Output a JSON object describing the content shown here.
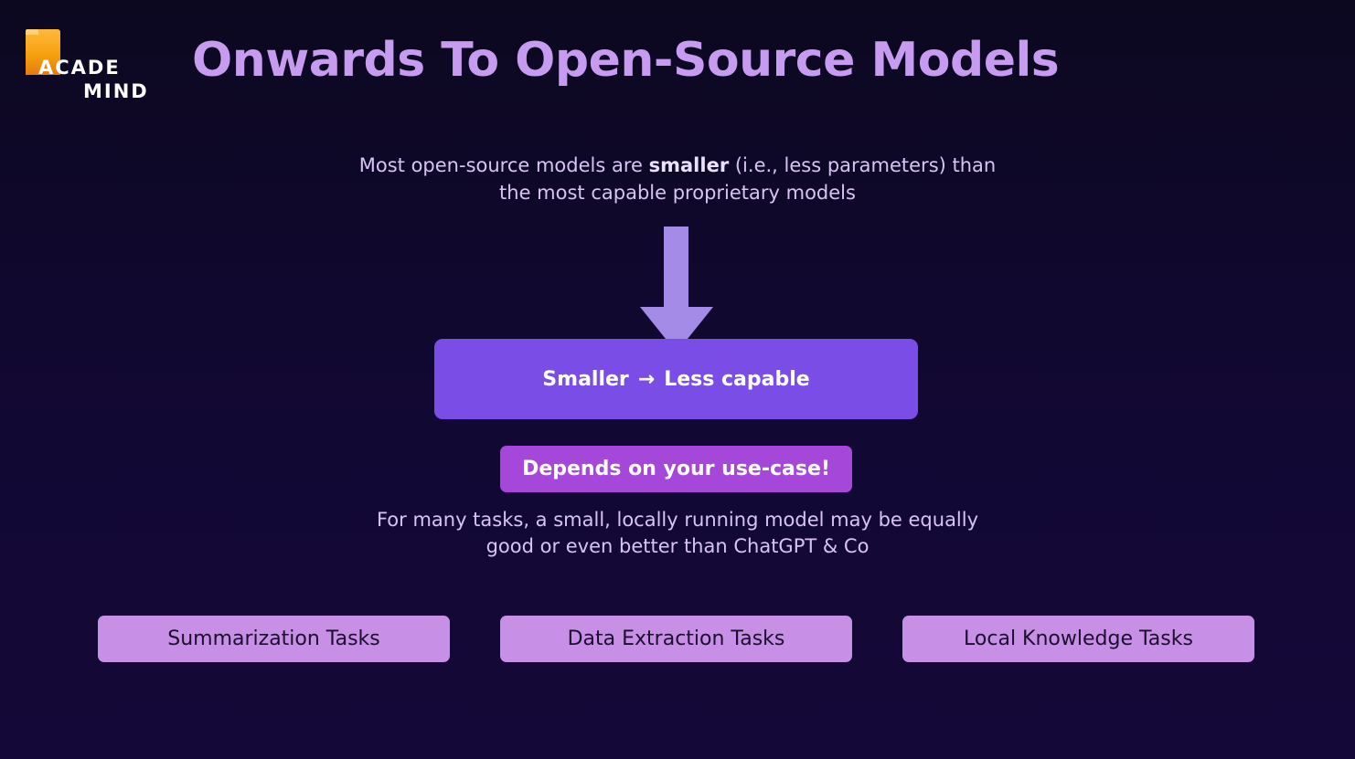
{
  "logo": {
    "line1": "ACADE",
    "line2": "MIND"
  },
  "title": "Onwards To Open-Source Models",
  "intro": {
    "before": "Most open-source models are ",
    "emphasis": "smaller",
    "after": " (i.e., less parameters) than the most capable proprietary models"
  },
  "main_box": {
    "left": "Smaller",
    "arrow": "→",
    "right": "Less capable"
  },
  "usecase_box": "Depends on your use-case!",
  "detail_text": "For many tasks, a small, locally running model may be equally good or even better than ChatGPT & Co",
  "tasks": [
    {
      "label": "Summarization Tasks"
    },
    {
      "label": "Data Extraction Tasks"
    },
    {
      "label": "Local Knowledge Tasks"
    }
  ],
  "colors": {
    "title": "#c79cf0",
    "main_box": "#7a4de6",
    "usecase_box": "#a547d9",
    "task_box": "#c88fe6",
    "arrow": "#a58be8",
    "logo_accent": "#f59e0b"
  },
  "icons": {
    "logo": "academind-logo",
    "flow": "down-arrow-icon"
  }
}
